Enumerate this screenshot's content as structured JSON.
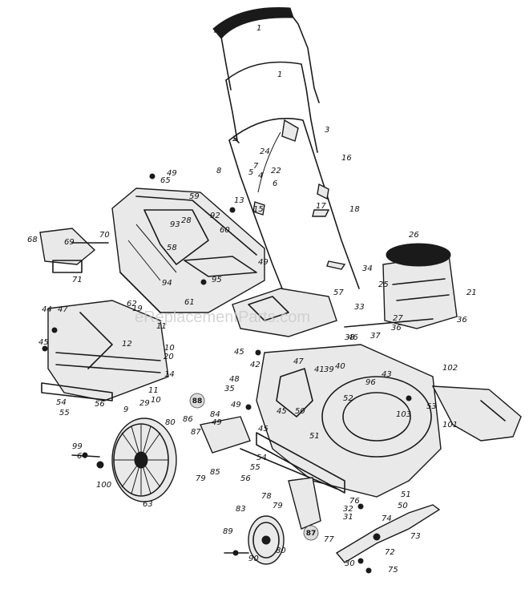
{
  "watermark": "eReplacementParts.com",
  "callouts": [
    "1",
    "1",
    "2",
    "3",
    "4",
    "5",
    "6",
    "7",
    "8",
    "9",
    "10",
    "10",
    "11",
    "11",
    "12",
    "13",
    "14",
    "15",
    "16",
    "17",
    "18",
    "19",
    "20",
    "21",
    "22",
    "24",
    "25",
    "26",
    "27",
    "28",
    "29",
    "30",
    "31",
    "32",
    "33",
    "34",
    "35",
    "36",
    "36",
    "37",
    "38",
    "39",
    "40",
    "41",
    "42",
    "43",
    "44",
    "45",
    "45",
    "45",
    "45",
    "46",
    "47",
    "47",
    "48",
    "49",
    "49",
    "49",
    "49",
    "50",
    "50",
    "51",
    "51",
    "52",
    "53",
    "54",
    "54",
    "55",
    "55",
    "56",
    "56",
    "57",
    "58",
    "59",
    "60",
    "61",
    "62",
    "63",
    "64",
    "65",
    "68",
    "69",
    "70",
    "71",
    "72",
    "73",
    "74",
    "75",
    "76",
    "77",
    "78",
    "79",
    "79",
    "80",
    "80",
    "83",
    "84",
    "85",
    "86",
    "87",
    "89",
    "90",
    "92",
    "93",
    "94",
    "95",
    "96",
    "99",
    "100",
    "101",
    "102",
    "103"
  ],
  "circled_callouts": [
    "88",
    "87"
  ]
}
